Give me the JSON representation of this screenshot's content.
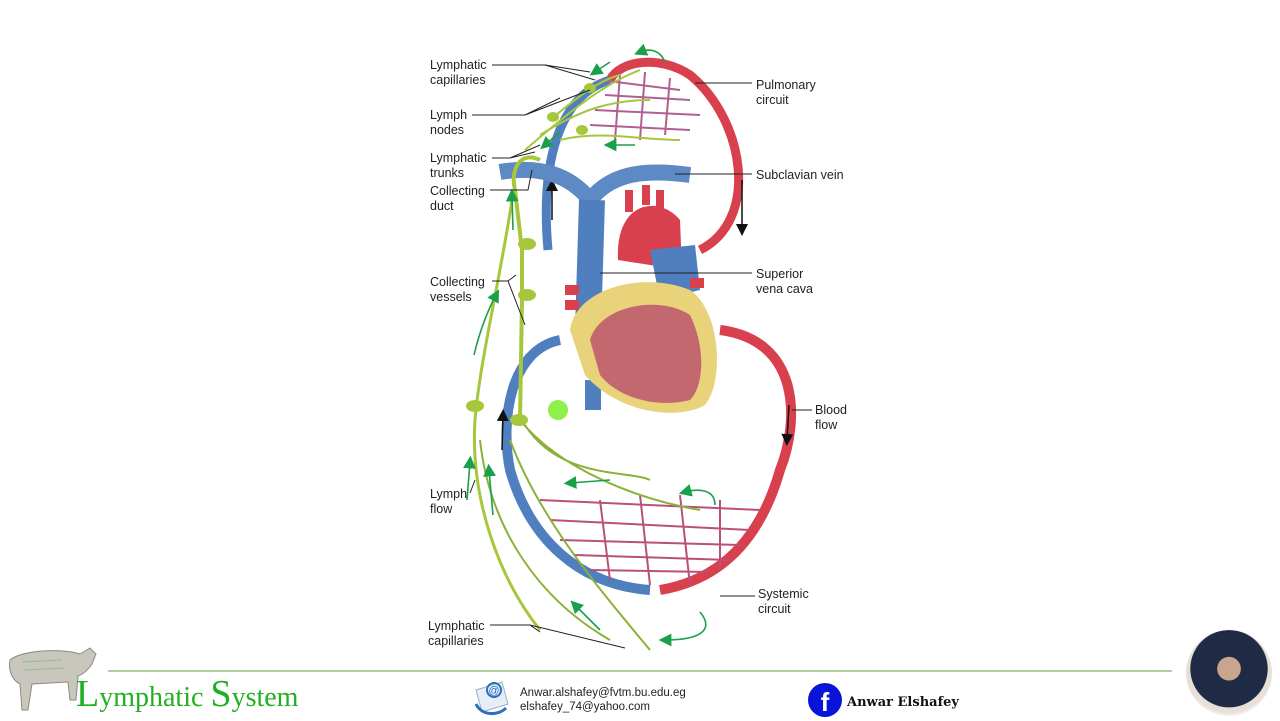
{
  "diagram": {
    "title": "Lymphatic System",
    "labels_left": [
      {
        "id": "lymphatic-capillaries-top",
        "text": "Lymphatic\ncapillaries"
      },
      {
        "id": "lymph-nodes",
        "text": "Lymph\nnodes"
      },
      {
        "id": "lymphatic-trunks",
        "text": "Lymphatic\ntrunks"
      },
      {
        "id": "collecting-duct",
        "text": "Collecting\nduct"
      },
      {
        "id": "collecting-vessels",
        "text": "Collecting\nvessels"
      },
      {
        "id": "lymph-flow",
        "text": "Lymph\nflow"
      },
      {
        "id": "lymphatic-capillaries-bottom",
        "text": "Lymphatic\ncapillaries"
      }
    ],
    "labels_right": [
      {
        "id": "pulmonary-circuit",
        "text": "Pulmonary\ncircuit"
      },
      {
        "id": "subclavian-vein",
        "text": "Subclavian vein"
      },
      {
        "id": "superior-vena-cava",
        "text": "Superior\nvena cava"
      },
      {
        "id": "blood-flow",
        "text": "Blood\nflow"
      },
      {
        "id": "systemic-circuit",
        "text": "Systemic\ncircuit"
      }
    ],
    "colors": {
      "artery": "#d8404e",
      "vein": "#4f7fbf",
      "lymph": "#a6c73c",
      "lymph_arrow": "#1aa04a",
      "heart_fat": "#e8d27a",
      "heart_muscle": "#c46870"
    }
  },
  "footer": {
    "brand_first_letter_1": "L",
    "brand_rest_1": "ymphatic ",
    "brand_first_letter_2": "S",
    "brand_rest_2": "ystem",
    "brand_color": "#22b022",
    "email_1": "Anwar.alshafey@fvtm.bu.edu.eg",
    "email_2": "elshafey_74@yahoo.com",
    "facebook_name": "Anwar Elshafey",
    "facebook_color": "#0a14d8",
    "mail_icon": "email-at-icon",
    "facebook_icon": "facebook-icon"
  }
}
